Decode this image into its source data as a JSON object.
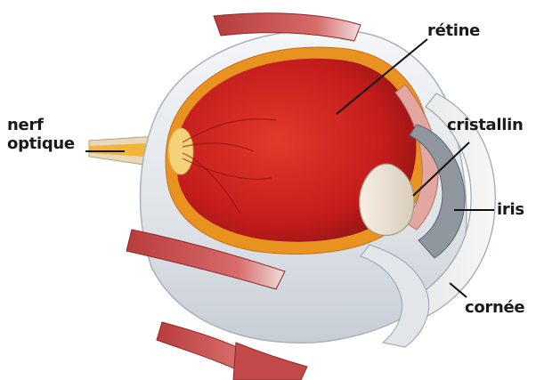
{
  "labels": {
    "optic_nerve_line1": "nerf",
    "optic_nerve_line2": "optique",
    "retina": "rétine",
    "lens": "cristallin",
    "iris": "iris",
    "cornea": "cornée"
  },
  "colors": {
    "eyeball_interior": "#c81e1e",
    "retina_orange": "#e68a1e",
    "sclera": "#e9ecf0",
    "muscle": "#c24a4a",
    "lens": "#efe8dc",
    "leader_line": "#111111"
  }
}
